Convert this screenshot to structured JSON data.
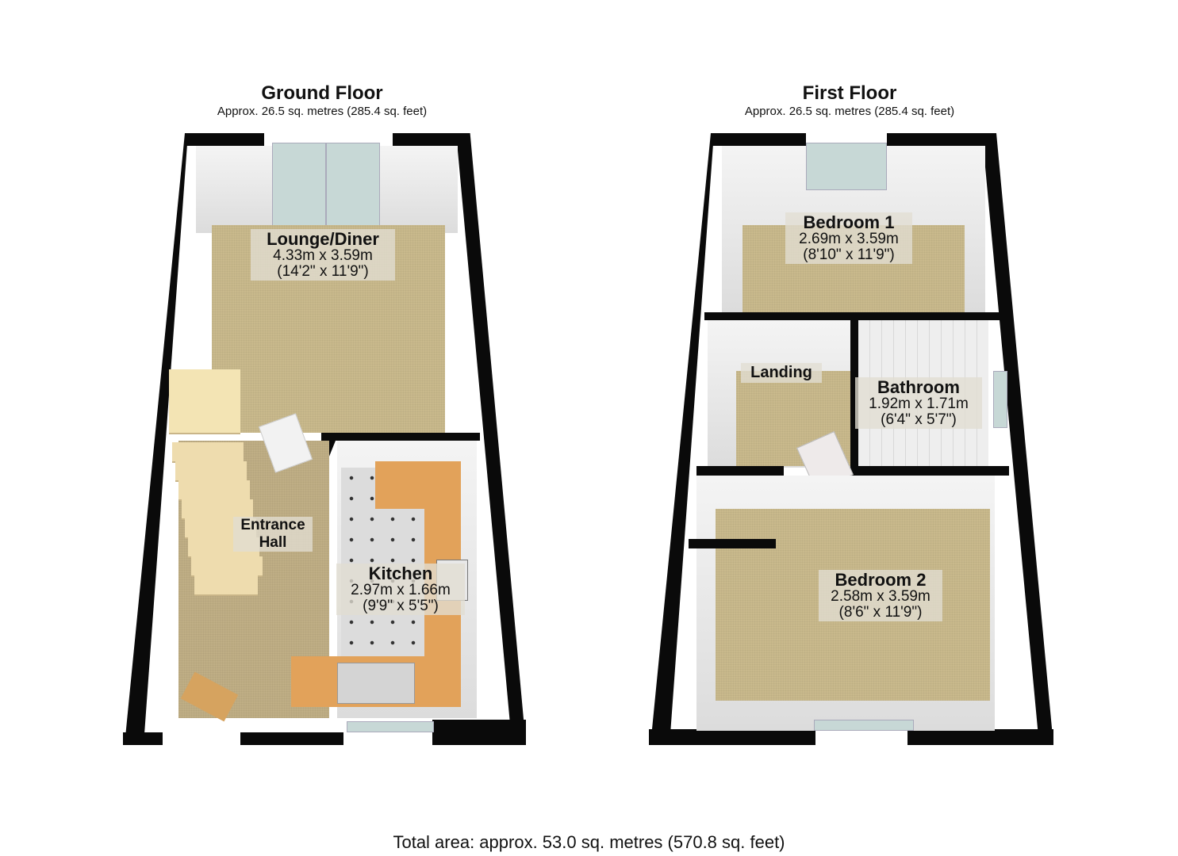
{
  "floors": [
    {
      "title": "Ground Floor",
      "area": "Approx. 26.5 sq. metres (285.4 sq. feet)",
      "rooms": [
        {
          "name": "Lounge/Diner",
          "metric": "4.33m x 3.59m",
          "imperial": "(14'2\" x 11'9\")"
        },
        {
          "name": "Entrance",
          "name2": "Hall"
        },
        {
          "name": "Kitchen",
          "metric": "2.97m x 1.66m",
          "imperial": "(9'9\" x 5'5\")"
        }
      ]
    },
    {
      "title": "First Floor",
      "area": "Approx. 26.5 sq. metres (285.4 sq. feet)",
      "rooms": [
        {
          "name": "Bedroom 1",
          "metric": "2.69m x 3.59m",
          "imperial": "(8'10\" x 11'9\")"
        },
        {
          "name": "Landing"
        },
        {
          "name": "Bathroom",
          "metric": "1.92m x 1.71m",
          "imperial": "(6'4\" x 5'7\")"
        },
        {
          "name": "Bedroom 2",
          "metric": "2.58m x 3.59m",
          "imperial": "(8'6\" x 11'9\")"
        }
      ]
    }
  ],
  "total_area": "Total area: approx. 53.0 sq. metres (570.8 sq. feet)",
  "colors": {
    "wall": "#0a0a0a",
    "carpet": "#c9b98c",
    "counter": "#e2a25a",
    "tile": "#dcdcdc",
    "glass": "#c7d8d6"
  }
}
